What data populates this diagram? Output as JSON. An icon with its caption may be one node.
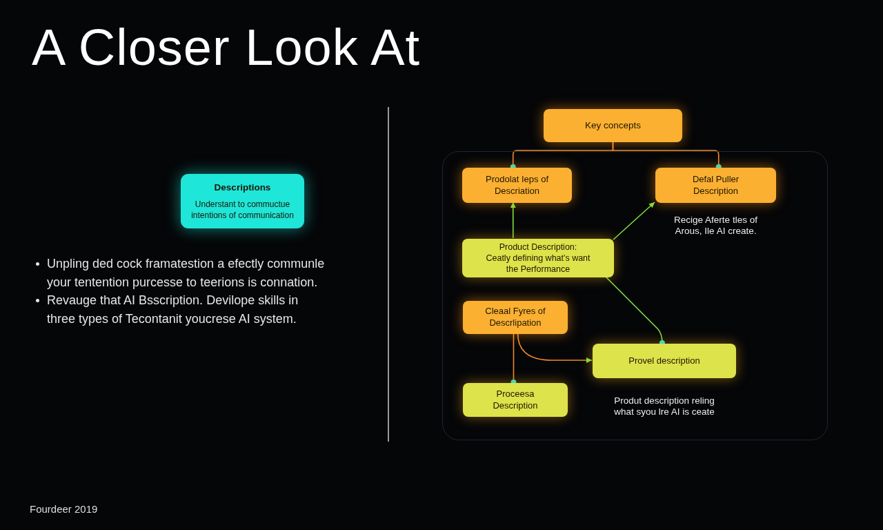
{
  "diagram": {
    "title": "A Closer Look At",
    "nodes": [
      {
        "text": [
          "Descriptions",
          "Understant to commuctue intentions of communication"
        ]
      },
      {
        "text": [
          "Key concepts"
        ]
      },
      {
        "text": [],
        "shape": "box"
      },
      {
        "text": [
          "Prodolat Ieps of Descriation"
        ],
        "in": 2
      },
      {
        "text": [
          "Defal Puller Description"
        ],
        "in": 2,
        "beside": [
          "Recige Aferte tles of Arous, Ile AI create."
        ]
      },
      {
        "text": [
          "Product Description:",
          "Ceatly defining what's want the Performance"
        ],
        "in": 2
      },
      {
        "text": [
          "Cleaal Fyres of Descrlipation"
        ],
        "in": 2
      },
      {
        "text": [
          "Provel description"
        ],
        "in": 2,
        "beside": [
          "Produt description reling what syou lre AI is ceate"
        ]
      },
      {
        "text": [
          "Proceesa Description"
        ],
        "in": 2
      }
    ],
    "edges": [
      {
        "from": 1,
        "to": 3,
        "arrow": "other"
      },
      {
        "from": 1,
        "to": 4,
        "arrow": "other"
      },
      {
        "from": 5,
        "to": 3,
        "arrow": "to",
        "color": "#7ee03a"
      },
      {
        "from": 5,
        "to": 4,
        "arrow": "to",
        "color": "#7ee03a"
      },
      {
        "from": 5,
        "to": 7,
        "arrow": "other",
        "color": "#7ee03a"
      },
      {
        "from": 6,
        "to": 8,
        "arrow": "other"
      },
      {
        "from": 6,
        "to": 7,
        "arrow": "to"
      }
    ],
    "labels": [
      "Unpling ded cock framatestion a efectly communle your tentention purcesse to teerions is connation.",
      "Revauge that AI Bsscription. Devilope skills in three types of Tecontanit youcrese AI system.",
      "Fourdeer 2019"
    ]
  }
}
